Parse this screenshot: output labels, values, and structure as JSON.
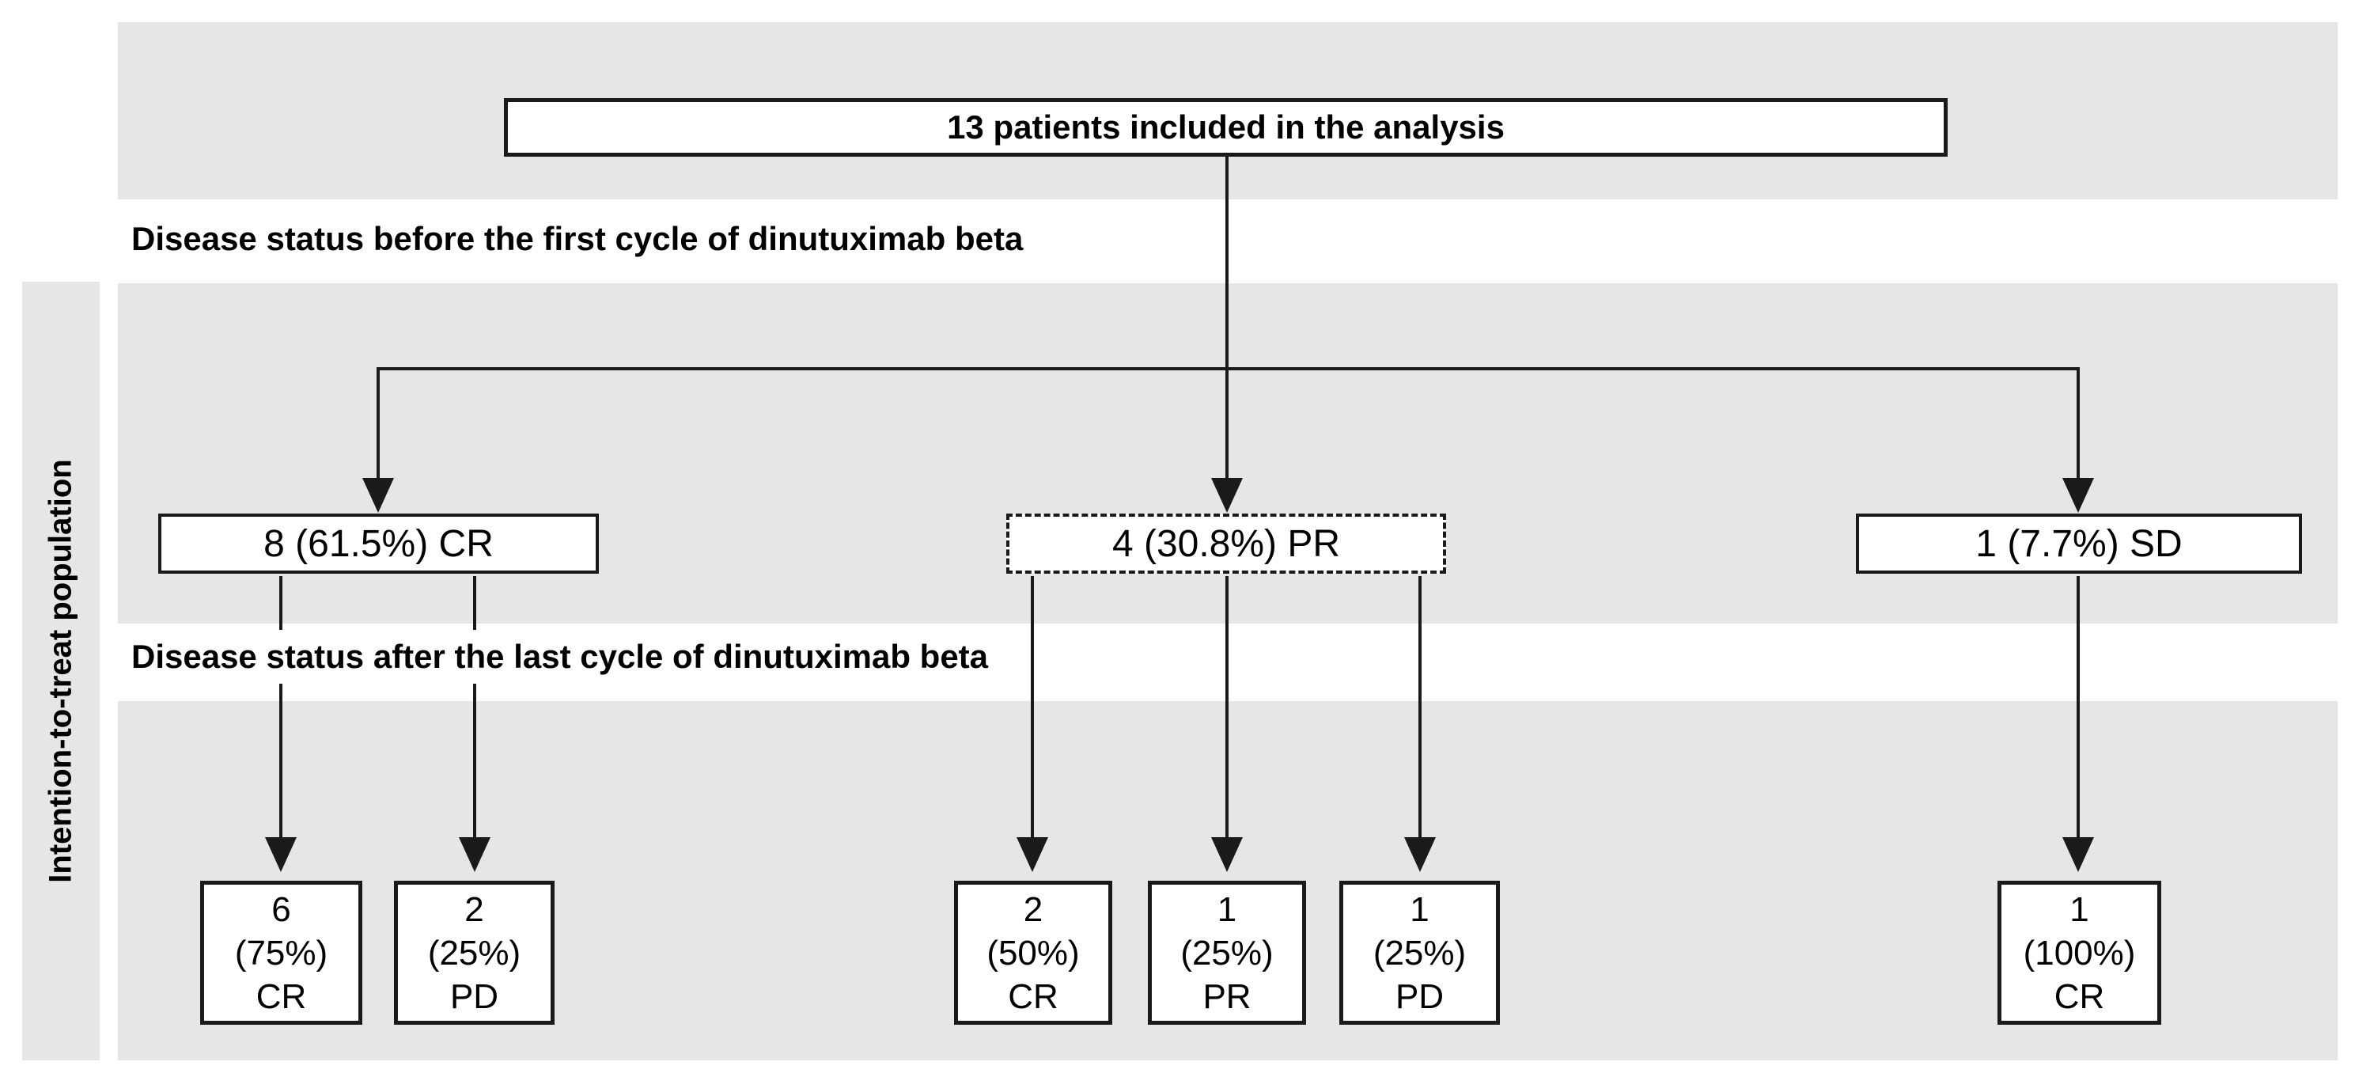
{
  "figure": {
    "population_label": "Intention-to-treat population",
    "total_box_label": "13 patients included in the analysis",
    "stage_labels": {
      "before": "Disease status before the first cycle of dinutuximab beta",
      "after": "Disease status after the last cycle of dinutuximab beta"
    },
    "branches": [
      {
        "baseline": {
          "label": "8 (61.5%) CR",
          "border": "solid"
        },
        "outcomes": [
          {
            "count": "6",
            "percent": "(75%)",
            "status": "CR"
          },
          {
            "count": "2",
            "percent": "(25%)",
            "status": "PD"
          }
        ]
      },
      {
        "baseline": {
          "label": "4 (30.8%) PR",
          "border": "dashed"
        },
        "outcomes": [
          {
            "count": "2",
            "percent": "(50%)",
            "status": "CR"
          },
          {
            "count": "1",
            "percent": "(25%)",
            "status": "PR"
          },
          {
            "count": "1",
            "percent": "(25%)",
            "status": "PD"
          }
        ]
      },
      {
        "baseline": {
          "label": "1 (7.7%) SD",
          "border": "solid"
        },
        "outcomes": [
          {
            "count": "1",
            "percent": "(100%)",
            "status": "CR"
          }
        ]
      }
    ],
    "colors": {
      "band_background": "#e6e6e6",
      "line": "#1a1a1a",
      "box_background": "#ffffff",
      "text": "#000000"
    }
  }
}
